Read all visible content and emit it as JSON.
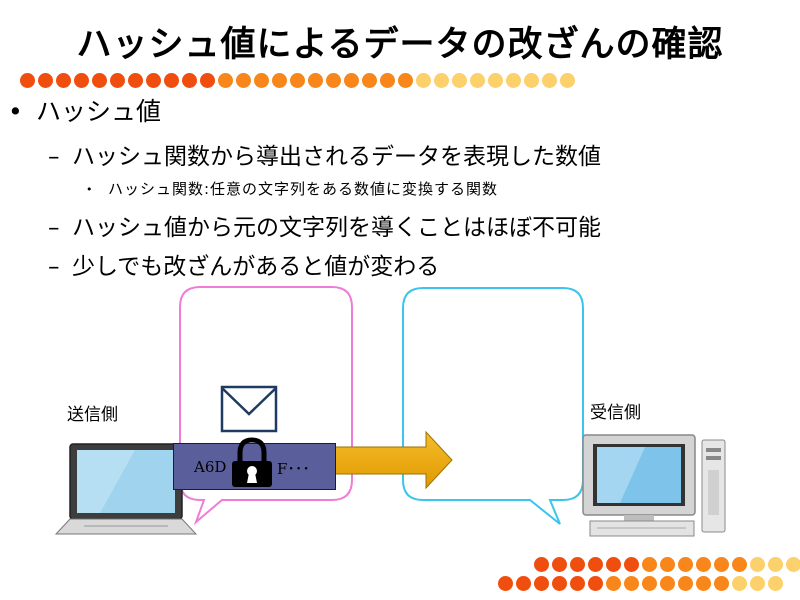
{
  "slide": {
    "title": "ハッシュ値によるデータの改ざんの確認",
    "bullets": {
      "l1": "ハッシュ値",
      "l2_a": "ハッシュ関数から導出されるデータを表現した数値",
      "l3_a": "ハッシュ関数:任意の文字列をある数値に変換する関数",
      "l2_b": "ハッシュ値から元の文字列を導くことはほぼ不可能",
      "l2_c": "少しでも改ざんがあると値が変わる"
    },
    "markers": {
      "l1": "•",
      "l2": "–",
      "l3": "•"
    }
  },
  "diagram": {
    "sender_label": "送信側",
    "receiver_label": "受信側",
    "hash_text_left": "A6D",
    "hash_text_right": "F･･･",
    "icons": [
      "laptop-icon",
      "envelope-icon",
      "padlock-icon",
      "arrow-icon",
      "desktop-computer-icon"
    ]
  },
  "colors": {
    "dot_red": "#f04e0f",
    "dot_orange": "#f8861a",
    "dot_yellow": "#fcd06a",
    "bubble_pink": "#f07cd8",
    "bubble_cyan": "#3bc4ee",
    "arrow_fill": "#f0a800",
    "hash_box": "#5a5e9a"
  }
}
